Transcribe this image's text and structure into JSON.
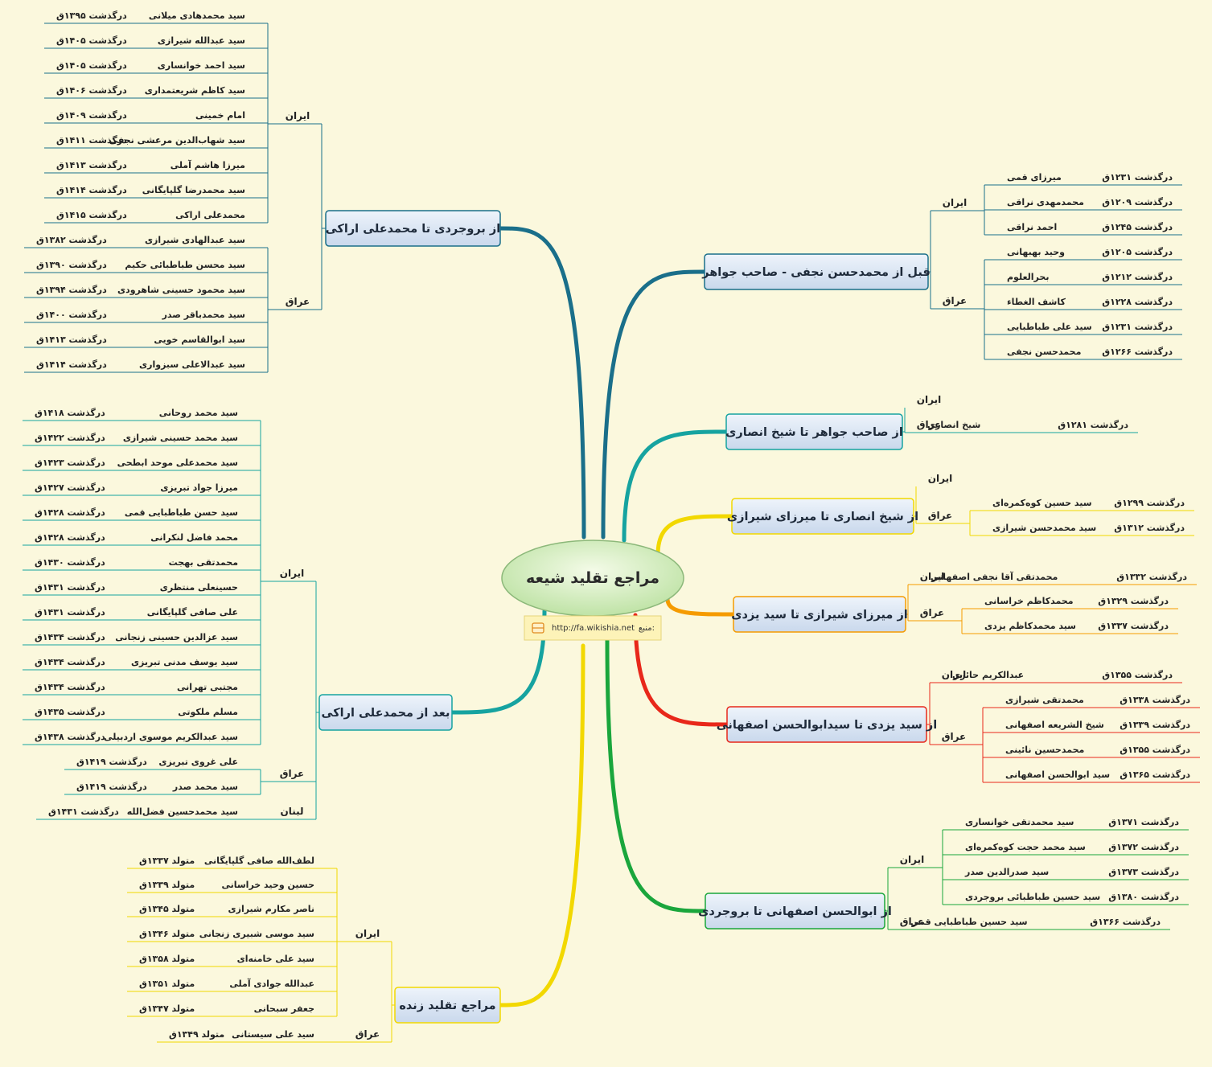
{
  "central": {
    "title": "مراجع تقلید شیعه",
    "source_label": "منبع:",
    "source_url": "http://fa.wikishia.net"
  },
  "branches": [
    {
      "id": "b1",
      "title": "از بروجردی تا محمدعلی اراکی",
      "color": "#1a6f8a",
      "side": "left",
      "groups": [
        {
          "country": "ایران",
          "items": [
            {
              "name": "سید محمدهادی میلانی",
              "date": "درگذشت ۱۳۹۵ق"
            },
            {
              "name": "سید عبدالله شیرازی",
              "date": "درگذشت ۱۴۰۵ق"
            },
            {
              "name": "سید احمد خوانساری",
              "date": "درگذشت ۱۴۰۵ق"
            },
            {
              "name": "سید کاظم شریعتمداری",
              "date": "درگذشت ۱۴۰۶ق"
            },
            {
              "name": "امام خمینی",
              "date": "درگذشت ۱۴۰۹ق"
            },
            {
              "name": "سید شهاب‌الدین مرعشی نجفی",
              "date": "درگذشت ۱۴۱۱ق"
            },
            {
              "name": "میرزا هاشم آملی",
              "date": "درگذشت ۱۴۱۳ق"
            },
            {
              "name": "سید محمدرضا گلپایگانی",
              "date": "درگذشت ۱۴۱۴ق"
            },
            {
              "name": "محمدعلی اراکی",
              "date": "درگذشت ۱۴۱۵ق"
            }
          ]
        },
        {
          "country": "عراق",
          "items": [
            {
              "name": "سید عبدالهادی شیرازی",
              "date": "درگذشت ۱۳۸۲ق"
            },
            {
              "name": "سید محسن طباطبائی حکیم",
              "date": "درگذشت ۱۳۹۰ق"
            },
            {
              "name": "سید محمود حسینی شاهرودی",
              "date": "درگذشت ۱۳۹۴ق"
            },
            {
              "name": "سید محمدباقر صدر",
              "date": "درگذشت ۱۴۰۰ق"
            },
            {
              "name": "سید ابوالقاسم خویی",
              "date": "درگذشت ۱۴۱۳ق"
            },
            {
              "name": "سید عبدالاعلی سبزواری",
              "date": "درگذشت ۱۴۱۴ق"
            }
          ]
        }
      ]
    },
    {
      "id": "b2",
      "title": "بعد از محمدعلی اراکی",
      "color": "#16a3a0",
      "side": "left",
      "groups": [
        {
          "country": "ایران",
          "items": [
            {
              "name": "سید محمد روحانی",
              "date": "درگذشت ۱۴۱۸ق"
            },
            {
              "name": "سید محمد حسینی شیرازی",
              "date": "درگذشت ۱۴۲۲ق"
            },
            {
              "name": "سید محمدعلی موحد ابطحی",
              "date": "درگذشت ۱۴۲۳ق"
            },
            {
              "name": "میرزا جواد تبریزی",
              "date": "درگذشت ۱۴۲۷ق"
            },
            {
              "name": "سید حسن طباطبایی قمی",
              "date": "درگذشت ۱۴۲۸ق"
            },
            {
              "name": "محمد فاضل لنکرانی",
              "date": "درگذشت ۱۴۲۸ق"
            },
            {
              "name": "محمدتقی بهجت",
              "date": "درگذشت ۱۴۳۰ق"
            },
            {
              "name": "حسینعلی منتظری",
              "date": "درگذشت ۱۴۳۱ق"
            },
            {
              "name": "علی صافی گلپایگانی",
              "date": "درگذشت ۱۴۳۱ق"
            },
            {
              "name": "سید عزالدین حسینی زنجانی",
              "date": "درگذشت ۱۴۳۴ق"
            },
            {
              "name": "سید یوسف مدنی تبریزی",
              "date": "درگذشت ۱۴۳۴ق"
            },
            {
              "name": "مجتبی تهرانی",
              "date": "درگذشت ۱۴۳۴ق"
            },
            {
              "name": "مسلم ملکوتی",
              "date": "درگذشت ۱۴۳۵ق"
            },
            {
              "name": "سید عبدالکریم موسوی اردبیلی",
              "date": "درگذشت ۱۴۳۸ق"
            }
          ]
        },
        {
          "country": "عراق",
          "items": [
            {
              "name": "علی غروی تبریزی",
              "date": "درگذشت ۱۴۱۹ق"
            },
            {
              "name": "سید محمد صدر",
              "date": "درگذشت ۱۴۱۹ق"
            }
          ]
        },
        {
          "country": "لبنان",
          "items": [
            {
              "name": "سید محمدحسین فضل‌الله",
              "date": "درگذشت ۱۴۳۱ق"
            }
          ]
        }
      ]
    },
    {
      "id": "b3",
      "title": "مراجع تقلید زنده",
      "color": "#f2d800",
      "side": "left",
      "groups": [
        {
          "country": "ایران",
          "items": [
            {
              "name": "لطف‌الله صافی گلپایگانی",
              "date": "متولد ۱۳۳۷ق"
            },
            {
              "name": "حسین وحید خراسانی",
              "date": "متولد ۱۳۳۹ق"
            },
            {
              "name": "ناصر مکارم شیرازی",
              "date": "متولد ۱۳۴۵ق"
            },
            {
              "name": "سید موسی شبیری زنجانی",
              "date": "متولد ۱۳۴۶ق"
            },
            {
              "name": "سید علی خامنه‌ای",
              "date": "متولد ۱۳۵۸ق"
            },
            {
              "name": "عبدالله جوادی آملی",
              "date": "متولد ۱۳۵۱ق"
            },
            {
              "name": "جعفر سبحانی",
              "date": "متولد ۱۳۴۷ق"
            }
          ]
        },
        {
          "country": "عراق",
          "items": [
            {
              "name": "سید علی سیستانی",
              "date": "متولد ۱۳۴۹ق"
            }
          ]
        }
      ]
    },
    {
      "id": "b4",
      "title": "قبل از محمدحسن نجفی - صاحب جواهر",
      "color": "#1a6f8a",
      "side": "right",
      "groups": [
        {
          "country": "ایران",
          "items": [
            {
              "name": "میرزای قمی",
              "date": "درگذشت ۱۲۳۱ق"
            },
            {
              "name": "محمدمهدی نراقی",
              "date": "درگذشت ۱۲۰۹ق"
            },
            {
              "name": "احمد نراقی",
              "date": "درگذشت ۱۲۴۵ق"
            }
          ]
        },
        {
          "country": "عراق",
          "items": [
            {
              "name": "وحید بهبهانی",
              "date": "درگذشت ۱۲۰۵ق"
            },
            {
              "name": "بحرالعلوم",
              "date": "درگذشت ۱۲۱۲ق"
            },
            {
              "name": "کاشف الغطاء",
              "date": "درگذشت ۱۲۲۸ق"
            },
            {
              "name": "سید علی طباطبایی",
              "date": "درگذشت ۱۲۳۱ق"
            },
            {
              "name": "محمدحسن نجفی",
              "date": "درگذشت ۱۲۶۶ق"
            }
          ]
        }
      ]
    },
    {
      "id": "b5",
      "title": "از صاحب جواهر تا شیخ انصاری",
      "color": "#16a3a0",
      "side": "right",
      "groups": [
        {
          "country": "ایران",
          "items": []
        },
        {
          "country": "عراق",
          "items": [
            {
              "name": "شیخ انصاری",
              "date": "درگذشت ۱۲۸۱ق"
            }
          ]
        }
      ]
    },
    {
      "id": "b6",
      "title": "از شیخ انصاری تا میرزای شیرازی",
      "color": "#f2d800",
      "side": "right",
      "groups": [
        {
          "country": "ایران",
          "items": []
        },
        {
          "country": "عراق",
          "items": [
            {
              "name": "سید حسین کوه‌کمره‌ای",
              "date": "درگذشت ۱۲۹۹ق"
            },
            {
              "name": "سید محمدحسن شیرازی",
              "date": "درگذشت ۱۳۱۲ق"
            }
          ]
        }
      ]
    },
    {
      "id": "b7",
      "title": "از میرزای شیرازی تا سید یزدی",
      "color": "#f59b00",
      "side": "right",
      "groups": [
        {
          "country": "ایران",
          "items": [
            {
              "name": "محمدتقی آقا نجفی اصفهانی",
              "date": "درگذشت ۱۳۳۲ق"
            }
          ]
        },
        {
          "country": "عراق",
          "items": [
            {
              "name": "محمدکاظم خراسانی",
              "date": "درگذشت ۱۳۲۹ق"
            },
            {
              "name": "سید محمدکاظم یزدی",
              "date": "درگذشت ۱۳۳۷ق"
            }
          ]
        }
      ]
    },
    {
      "id": "b8",
      "title": "از سید یزدی تا سیدابوالحسن اصفهانی",
      "color": "#e8281a",
      "side": "right",
      "groups": [
        {
          "country": "ایران",
          "items": [
            {
              "name": "عبدالکریم حائری",
              "date": "درگذشت ۱۳۵۵ق"
            }
          ]
        },
        {
          "country": "عراق",
          "items": [
            {
              "name": "محمدتقی شیرازی",
              "date": "درگذشت ۱۳۳۸ق"
            },
            {
              "name": "شیخ الشریعه اصفهانی",
              "date": "درگذشت ۱۳۳۹ق"
            },
            {
              "name": "محمدحسین نائینی",
              "date": "درگذشت ۱۳۵۵ق"
            },
            {
              "name": "سید ابوالحسن اصفهانی",
              "date": "درگذشت ۱۳۶۵ق"
            }
          ]
        }
      ]
    },
    {
      "id": "b9",
      "title": "از ابوالحسن اصفهانی تا بروجردی",
      "color": "#1aa63c",
      "side": "right",
      "groups": [
        {
          "country": "ایران",
          "items": [
            {
              "name": "سید محمدتقی خوانساری",
              "date": "درگذشت ۱۳۷۱ق"
            },
            {
              "name": "سید محمد حجت کوه‌کمره‌ای",
              "date": "درگذشت ۱۳۷۲ق"
            },
            {
              "name": "سید صدرالدین صدر",
              "date": "درگذشت ۱۳۷۳ق"
            },
            {
              "name": "سید حسین طباطبائی بروجردی",
              "date": "درگذشت ۱۳۸۰ق"
            }
          ]
        },
        {
          "country": "عراق",
          "items": [
            {
              "name": "سید حسین طباطبایی قمی",
              "date": "درگذشت ۱۳۶۶ق"
            }
          ]
        }
      ]
    }
  ]
}
